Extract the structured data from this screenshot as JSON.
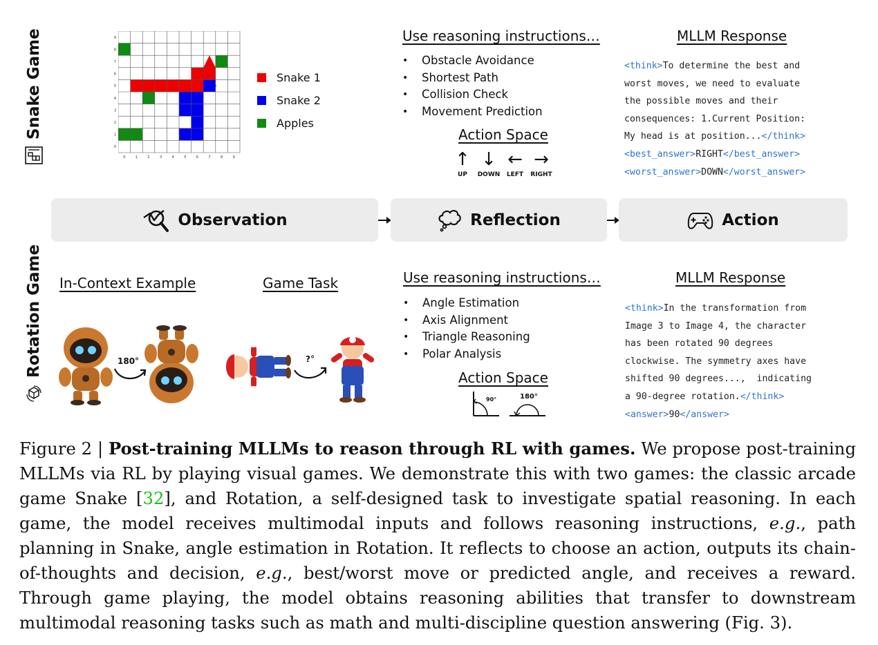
{
  "snake_game": {
    "side_label": "Snake Game",
    "grid": {
      "cols": 10,
      "rows": 10,
      "x_ticks": [
        "0",
        "1",
        "2",
        "3",
        "4",
        "5",
        "6",
        "7",
        "8",
        "9"
      ],
      "y_ticks": [
        "0",
        "1",
        "2",
        "3",
        "4",
        "5",
        "6",
        "7",
        "8",
        "9"
      ]
    },
    "legend": [
      {
        "label": "Snake 1",
        "color": "#ee0000"
      },
      {
        "label": "Snake 2",
        "color": "#0000ee"
      },
      {
        "label": "Apples",
        "color": "#118a11"
      }
    ],
    "instructions_heading": "Use reasoning instructions…",
    "instructions": [
      "Obstacle Avoidance",
      "Shortest Path",
      "Collision Check",
      "Movement Prediction"
    ],
    "action_space_heading": "Action Space",
    "actions": [
      {
        "glyph": "↑",
        "label": "UP"
      },
      {
        "glyph": "↓",
        "label": "DOWN"
      },
      {
        "glyph": "←",
        "label": "LEFT"
      },
      {
        "glyph": "→",
        "label": "RIGHT"
      }
    ],
    "response_heading": "MLLM Response",
    "response": {
      "think_open": "<think>",
      "think_text_1": "To determine the best and",
      "line2": "worst moves, we need to evaluate",
      "line3": "the possible moves and their",
      "line4": "consequences: 1.Current Position:",
      "line5": "My head is at position...",
      "think_close": "</think>",
      "best_open": "<best_answer>",
      "best_value": "RIGHT",
      "best_close": "</best_answer>",
      "worst_open": "<worst_answer>",
      "worst_value": "DOWN",
      "worst_close": "</worst_answer>"
    }
  },
  "pipeline": {
    "observation": "Observation",
    "reflection": "Reflection",
    "action": "Action"
  },
  "rotation_game": {
    "side_label": "Rotation Game",
    "in_context_heading": "In-Context Example",
    "game_task_heading": "Game Task",
    "example_angle": "180°",
    "task_angle": "?°",
    "instructions_heading": "Use reasoning instructions…",
    "instructions": [
      "Angle Estimation",
      "Axis Alignment",
      "Triangle Reasoning",
      "Polar Analysis"
    ],
    "action_space_heading": "Action Space",
    "action_angles": [
      "90°",
      "180°"
    ],
    "response_heading": "MLLM Response",
    "response": {
      "think_open": "<think>",
      "think_text_1": "In the transformation from",
      "line2": "Image 3 to Image 4, the character",
      "line3": "has been rotated 90 degrees",
      "line4": "clockwise. The symmetry axes have",
      "line5": "shifted 90 degrees...,  indicating",
      "line6": "a 90-degree rotation.",
      "think_close": "</think>",
      "answer_open": "<answer>",
      "answer_value": "90",
      "answer_close": "</answer>"
    }
  },
  "caption": {
    "label": "Figure 2 | ",
    "bold": "Post-training MLLMs to reason through RL with games.",
    "t1": " We propose post-training MLLMs via RL by playing visual games.  We demonstrate this with two games: the classic arcade game Snake [",
    "ref": "32",
    "t2": "], and Rotation, a self-designed task to investigate spatial reasoning. In each game, the model receives multimodal inputs and follows reasoning instructions, ",
    "eg1": "e.g.",
    "t3": ", path planning in Snake, angle estimation in Rotation. It reflects to choose an action, outputs its chain-of-thoughts and decision, ",
    "eg2": "e.g.",
    "t4": ", best/worst move or predicted angle, and receives a reward. Through game playing, the model obtains reasoning abilities that transfer to downstream multimodal reasoning tasks such as math and multi-discipline question answering (Fig. 3)."
  }
}
